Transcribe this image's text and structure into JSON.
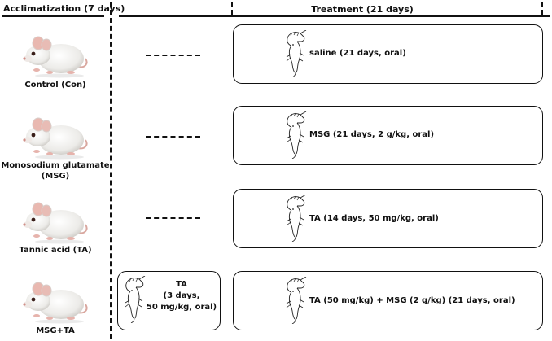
{
  "header": {
    "acclimatization": "Acclimatization (7 days)",
    "treatment": "Treatment (21 days)"
  },
  "groups": [
    {
      "label_lines": [
        "Control (Con)"
      ],
      "treatment": "saline (21 days, oral)"
    },
    {
      "label_lines": [
        "Monosodium glutamate",
        "(MSG)"
      ],
      "treatment": "MSG (21 days, 2 g/kg, oral)"
    },
    {
      "label_lines": [
        "Tannic acid (TA)"
      ],
      "treatment": "TA (14 days, 50 mg/kg, oral)"
    },
    {
      "label_lines": [
        "MSG+TA"
      ],
      "pretreatment_lines": [
        "TA",
        "(3 days,",
        "50 mg/kg, oral)"
      ],
      "treatment": "TA (50 mg/kg) + MSG (2 g/kg) (21 days, oral)"
    }
  ],
  "colors": {
    "line": "#111111",
    "mouse_body": "#ecebe8",
    "mouse_ear": "#e9b8b0",
    "mouse_eye": "#3a1f1a"
  }
}
